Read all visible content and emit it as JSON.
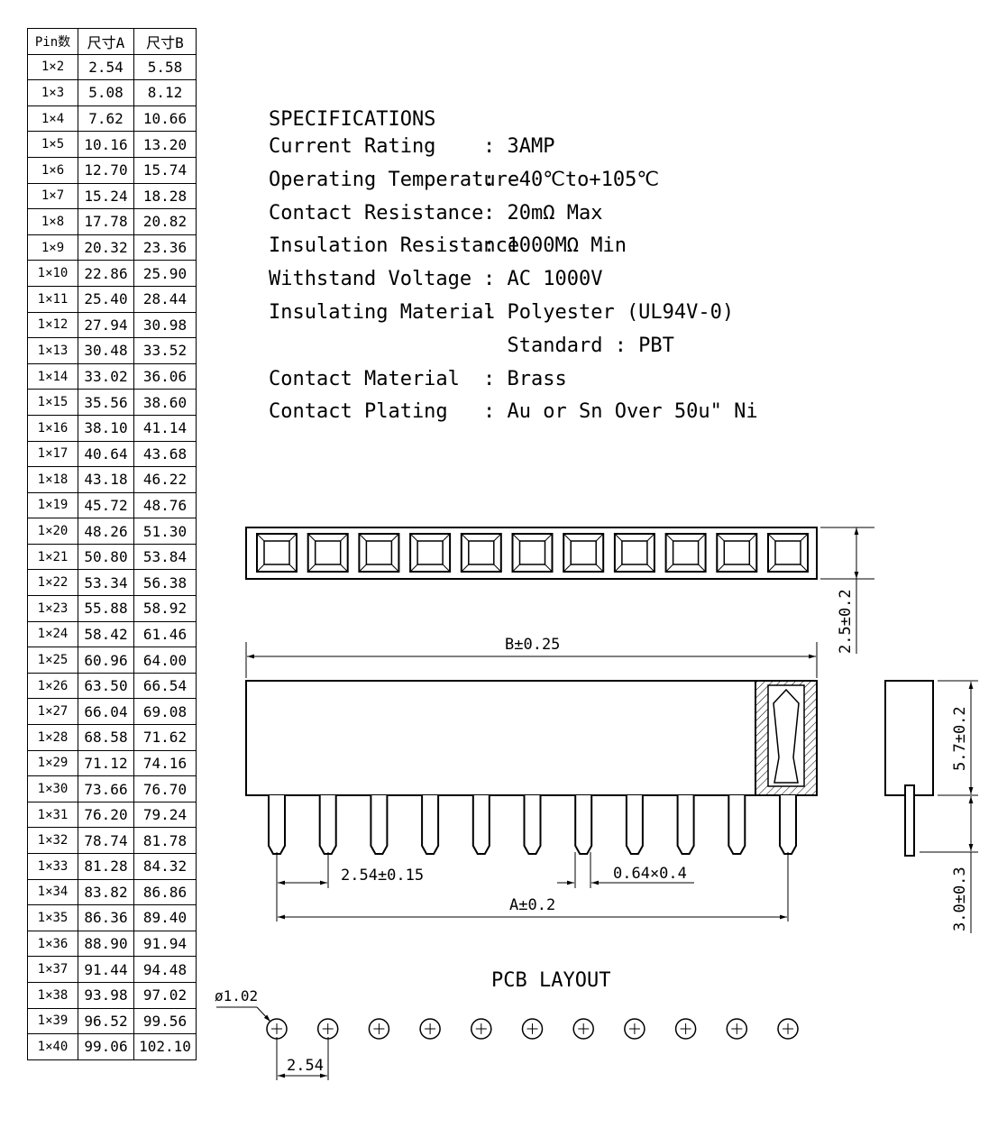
{
  "table": {
    "headers": [
      "Pin数",
      "尺寸A",
      "尺寸B"
    ],
    "rows": [
      [
        "1×2",
        "2.54",
        "5.58"
      ],
      [
        "1×3",
        "5.08",
        "8.12"
      ],
      [
        "1×4",
        "7.62",
        "10.66"
      ],
      [
        "1×5",
        "10.16",
        "13.20"
      ],
      [
        "1×6",
        "12.70",
        "15.74"
      ],
      [
        "1×7",
        "15.24",
        "18.28"
      ],
      [
        "1×8",
        "17.78",
        "20.82"
      ],
      [
        "1×9",
        "20.32",
        "23.36"
      ],
      [
        "1×10",
        "22.86",
        "25.90"
      ],
      [
        "1×11",
        "25.40",
        "28.44"
      ],
      [
        "1×12",
        "27.94",
        "30.98"
      ],
      [
        "1×13",
        "30.48",
        "33.52"
      ],
      [
        "1×14",
        "33.02",
        "36.06"
      ],
      [
        "1×15",
        "35.56",
        "38.60"
      ],
      [
        "1×16",
        "38.10",
        "41.14"
      ],
      [
        "1×17",
        "40.64",
        "43.68"
      ],
      [
        "1×18",
        "43.18",
        "46.22"
      ],
      [
        "1×19",
        "45.72",
        "48.76"
      ],
      [
        "1×20",
        "48.26",
        "51.30"
      ],
      [
        "1×21",
        "50.80",
        "53.84"
      ],
      [
        "1×22",
        "53.34",
        "56.38"
      ],
      [
        "1×23",
        "55.88",
        "58.92"
      ],
      [
        "1×24",
        "58.42",
        "61.46"
      ],
      [
        "1×25",
        "60.96",
        "64.00"
      ],
      [
        "1×26",
        "63.50",
        "66.54"
      ],
      [
        "1×27",
        "66.04",
        "69.08"
      ],
      [
        "1×28",
        "68.58",
        "71.62"
      ],
      [
        "1×29",
        "71.12",
        "74.16"
      ],
      [
        "1×30",
        "73.66",
        "76.70"
      ],
      [
        "1×31",
        "76.20",
        "79.24"
      ],
      [
        "1×32",
        "78.74",
        "81.78"
      ],
      [
        "1×33",
        "81.28",
        "84.32"
      ],
      [
        "1×34",
        "83.82",
        "86.86"
      ],
      [
        "1×35",
        "86.36",
        "89.40"
      ],
      [
        "1×36",
        "88.90",
        "91.94"
      ],
      [
        "1×37",
        "91.44",
        "94.48"
      ],
      [
        "1×38",
        "93.98",
        "97.02"
      ],
      [
        "1×39",
        "96.52",
        "99.56"
      ],
      [
        "1×40",
        "99.06",
        "102.10"
      ]
    ]
  },
  "specs": {
    "title": "SPECIFICATIONS",
    "items": [
      {
        "label": "Current Rating",
        "value": ": 3AMP"
      },
      {
        "label": "Operating Temperature",
        "value": ": -40℃to+105℃"
      },
      {
        "label": "Contact Resistance",
        "value": ": 20mΩ Max"
      },
      {
        "label": "Insulation Resistance",
        "value": ": 1000MΩ Min"
      },
      {
        "label": "Withstand Voltage",
        "value": ": AC 1000V"
      },
      {
        "label": "Insulating Material",
        "value": ": Polyester (UL94V-0)"
      },
      {
        "label": "",
        "value": "  Standard : PBT"
      },
      {
        "label": "Contact Material",
        "value": ": Brass"
      },
      {
        "label": "Contact Plating",
        "value": ": Au or Sn Over 50u\" Ni"
      }
    ]
  },
  "dimensions": {
    "height_top": "2.5±0.2",
    "length_b": "B±0.25",
    "height_side": "5.7±0.2",
    "pitch": "2.54±0.15",
    "pin_size": "0.64×0.4",
    "length_a": "A±0.2",
    "pin_length": "3.0±0.3"
  },
  "pcb": {
    "title": "PCB LAYOUT",
    "hole": "ø1.02",
    "pitch": "2.54"
  }
}
